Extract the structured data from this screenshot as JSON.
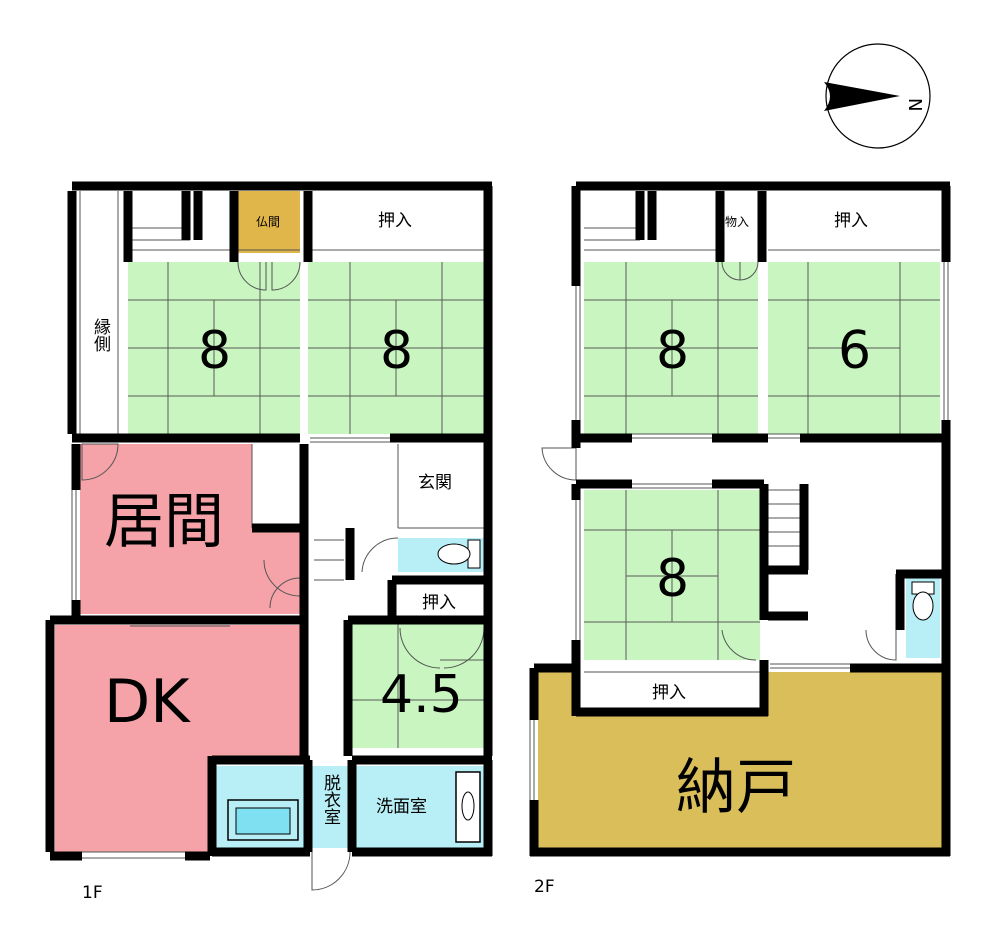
{
  "floors": {
    "first": {
      "label": "1F",
      "rooms": {
        "washitsu_a": "8",
        "washitsu_b": "8",
        "ima": "居間",
        "dk": "DK",
        "washitsu_small": "4.5",
        "butsuma": "仏間",
        "oshiire_top": "押入",
        "oshiire_mid": "押入",
        "genkan": "玄関",
        "engawa": "縁側",
        "datsuishitsu": "脱衣室",
        "senmenshitsu": "洗面室"
      }
    },
    "second": {
      "label": "2F",
      "rooms": {
        "washitsu_a": "8",
        "washitsu_b": "6",
        "washitsu_c": "8",
        "oshiire_top": "押入",
        "oshiire_bottom": "押入",
        "monoire": "物入",
        "nando": "納戸"
      }
    }
  },
  "compass": {
    "label": "N",
    "icon": "north-arrow-icon"
  },
  "colors": {
    "tatami": "#c8f5c0",
    "living": "#f5a3a8",
    "storage": "#d9be5a",
    "butsuma": "#e0b54a",
    "wet_area": "#b8eef5",
    "wall": "#000000"
  }
}
